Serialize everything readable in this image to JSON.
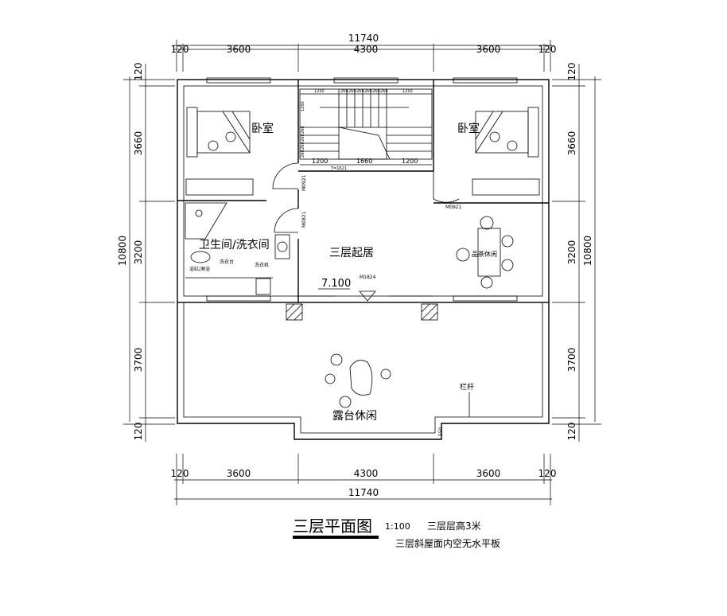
{
  "dimensions": {
    "total_width": "11740",
    "width_segments": [
      "120",
      "3600",
      "4300",
      "3600",
      "120"
    ],
    "total_depth": "10800",
    "depth_segments": [
      "120",
      "3660",
      "3200",
      "3700",
      "120"
    ],
    "stair_top": [
      "1250",
      "260",
      "260",
      "260",
      "260",
      "260",
      "260",
      "1250"
    ],
    "stair_side": [
      "1200",
      "260",
      "260",
      "260",
      "260"
    ],
    "stair_bottom": [
      "1200",
      "1660",
      "1200"
    ],
    "stair_bottom_small": "T=1621",
    "notch_depth": "550"
  },
  "rooms": {
    "bedroom_left": "卧室",
    "bedroom_right": "卧室",
    "bathroom": "卫生间/洗衣间",
    "wash_counter": "洗衣台",
    "washer": "洗衣机",
    "bath_fixture": "浴缸/淋浴",
    "living": "三层起居",
    "tea": "品茶休闲",
    "terrace": "露台休闲",
    "railing": "栏杆"
  },
  "doors": {
    "m0921_left": "M0921",
    "m0821": "M0821",
    "m0921_right": "M0921",
    "m1824": "M1824"
  },
  "elevation": "7.100",
  "title": {
    "main": "三层平面图",
    "scale": "1:100",
    "note1": "三层层高3米",
    "note2": "三层斜屋面内空无水平板"
  }
}
